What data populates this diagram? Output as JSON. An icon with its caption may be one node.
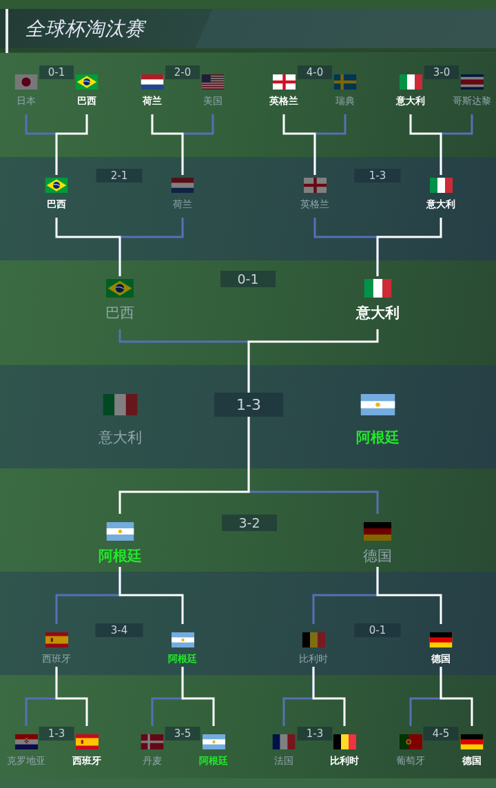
{
  "diagram": {
    "title": "全球杯淘汰赛",
    "nodes": [
      {
        "text": [
          "日本"
        ]
      },
      {
        "text": [
          "0-1"
        ]
      },
      {
        "text": [
          "巴西"
        ]
      },
      {
        "text": [
          "荷兰"
        ]
      },
      {
        "text": [
          "2-0"
        ]
      },
      {
        "text": [
          "美国"
        ]
      },
      {
        "text": [
          "英格兰"
        ]
      },
      {
        "text": [
          "4-0"
        ]
      },
      {
        "text": [
          "瑞典"
        ]
      },
      {
        "text": [
          "意大利"
        ]
      },
      {
        "text": [
          "3-0"
        ]
      },
      {
        "text": [
          "哥斯达黎"
        ]
      },
      {
        "text": [
          "巴西"
        ]
      },
      {
        "text": [
          "2-1"
        ]
      },
      {
        "text": [
          "荷兰"
        ]
      },
      {
        "text": [
          "英格兰"
        ]
      },
      {
        "text": [
          "1-3"
        ]
      },
      {
        "text": [
          "意大利"
        ]
      },
      {
        "text": [
          "巴西"
        ]
      },
      {
        "text": [
          "0-1"
        ]
      },
      {
        "text": [
          "意大利"
        ]
      },
      {
        "text": [
          "意大利"
        ]
      },
      {
        "text": [
          "1-3"
        ]
      },
      {
        "text": [
          "阿根廷"
        ]
      },
      {
        "text": [
          "阿根廷"
        ]
      },
      {
        "text": [
          "3-2"
        ]
      },
      {
        "text": [
          "德国"
        ]
      },
      {
        "text": [
          "西班牙"
        ]
      },
      {
        "text": [
          "3-4"
        ]
      },
      {
        "text": [
          "阿根廷"
        ]
      },
      {
        "text": [
          "比利时"
        ]
      },
      {
        "text": [
          "0-1"
        ]
      },
      {
        "text": [
          "德国"
        ]
      },
      {
        "text": [
          "克罗地亚"
        ]
      },
      {
        "text": [
          "1-3"
        ]
      },
      {
        "text": [
          "西班牙"
        ]
      },
      {
        "text": [
          "丹麦"
        ]
      },
      {
        "text": [
          "3-5"
        ]
      },
      {
        "text": [
          "阿根廷"
        ]
      },
      {
        "text": [
          "法国"
        ]
      },
      {
        "text": [
          "1-3"
        ]
      },
      {
        "text": [
          "比利时"
        ]
      },
      {
        "text": [
          "葡萄牙"
        ]
      },
      {
        "text": [
          "4-5"
        ]
      },
      {
        "text": [
          "德国"
        ]
      }
    ],
    "edges": [
      {
        "from": 0,
        "to": 12,
        "arrow": "none",
        "color": "#5670b8"
      },
      {
        "from": 2,
        "to": 12,
        "arrow": "none",
        "color": "#ffffff"
      },
      {
        "from": 3,
        "to": 14,
        "arrow": "none",
        "color": "#ffffff"
      },
      {
        "from": 5,
        "to": 14,
        "arrow": "none",
        "color": "#5670b8"
      },
      {
        "from": 6,
        "to": 15,
        "arrow": "none",
        "color": "#ffffff"
      },
      {
        "from": 8,
        "to": 15,
        "arrow": "none",
        "color": "#5670b8"
      },
      {
        "from": 9,
        "to": 17,
        "arrow": "none",
        "color": "#ffffff"
      },
      {
        "from": 11,
        "to": 17,
        "arrow": "none",
        "color": "#5670b8"
      },
      {
        "from": 12,
        "to": 18,
        "arrow": "none",
        "color": "#ffffff"
      },
      {
        "from": 14,
        "to": 18,
        "arrow": "none",
        "color": "#5670b8"
      },
      {
        "from": 15,
        "to": 20,
        "arrow": "none",
        "color": "#5670b8"
      },
      {
        "from": 17,
        "to": 20,
        "arrow": "none",
        "color": "#ffffff"
      },
      {
        "from": 18,
        "to": 22,
        "arrow": "none",
        "color": "#5670b8"
      },
      {
        "from": 20,
        "to": 22,
        "arrow": "none",
        "color": "#ffffff"
      },
      {
        "from": 24,
        "to": 22,
        "arrow": "none",
        "color": "#ffffff"
      },
      {
        "from": 26,
        "to": 22,
        "arrow": "none",
        "color": "#5670b8"
      },
      {
        "from": 27,
        "to": 24,
        "arrow": "none",
        "color": "#5670b8"
      },
      {
        "from": 29,
        "to": 24,
        "arrow": "none",
        "color": "#ffffff"
      },
      {
        "from": 30,
        "to": 26,
        "arrow": "none",
        "color": "#5670b8"
      },
      {
        "from": 32,
        "to": 26,
        "arrow": "none",
        "color": "#ffffff"
      },
      {
        "from": 33,
        "to": 27,
        "arrow": "none",
        "color": "#5670b8"
      },
      {
        "from": 35,
        "to": 27,
        "arrow": "none",
        "color": "#ffffff"
      },
      {
        "from": 36,
        "to": 29,
        "arrow": "none",
        "color": "#5670b8"
      },
      {
        "from": 38,
        "to": 29,
        "arrow": "none",
        "color": "#ffffff"
      },
      {
        "from": 39,
        "to": 30,
        "arrow": "none",
        "color": "#5670b8"
      },
      {
        "from": 41,
        "to": 30,
        "arrow": "none",
        "color": "#ffffff"
      },
      {
        "from": 42,
        "to": 32,
        "arrow": "none",
        "color": "#5670b8"
      },
      {
        "from": 44,
        "to": 32,
        "arrow": "none",
        "color": "#ffffff"
      }
    ]
  }
}
